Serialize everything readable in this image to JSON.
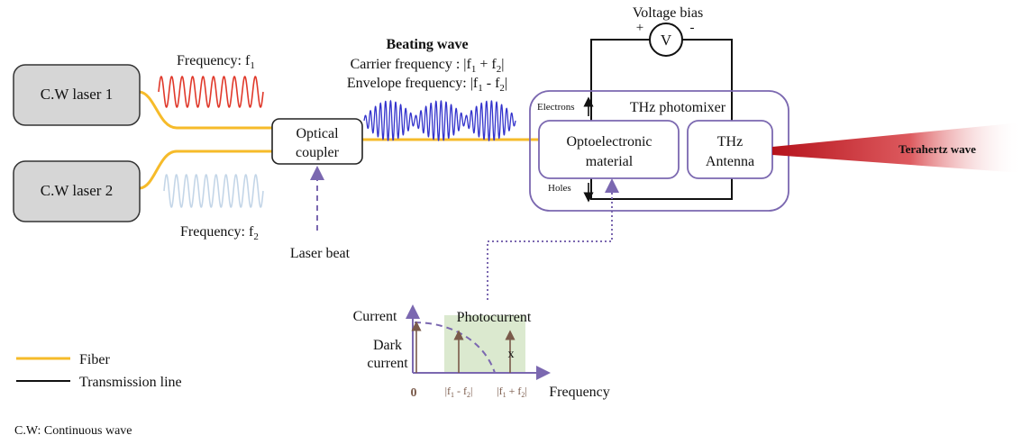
{
  "lasers": {
    "laser1_label": "C.W laser 1",
    "laser2_label": "C.W laser 2",
    "freq1_prefix": "Frequency: f",
    "freq1_sub": "1",
    "freq2_prefix": "Frequency: f",
    "freq2_sub": "2"
  },
  "coupler": {
    "line1": "Optical",
    "line2": "coupler",
    "laser_beat": "Laser beat"
  },
  "beating": {
    "title": "Beating wave",
    "carrier": {
      "a": "Carrier frequency : |f",
      "s1": "1",
      "b": " + f",
      "s2": "2",
      "c": "|"
    },
    "envelope": {
      "a": "Envelope frequency: |f",
      "s1": "1",
      "b": " - f",
      "s2": "2",
      "c": "|"
    }
  },
  "circuit": {
    "voltage_bias": "Voltage bias",
    "plus": "+",
    "minus": "-",
    "meter": "V"
  },
  "photomixer": {
    "title": "THz photomixer",
    "material_line1": "Optoelectronic",
    "material_line2": "material",
    "antenna_line1": "THz",
    "antenna_line2": "Antenna",
    "electrons": "Electrons",
    "holes": "Holes",
    "output_label": "Terahertz wave"
  },
  "spectrum": {
    "y_label": "Current",
    "x_label": "Frequency",
    "photocurrent": "Photocurrent",
    "dark_line1": "Dark",
    "dark_line2": "current",
    "origin": "0",
    "tick1": {
      "a": "|f",
      "s1": "1",
      "b": " - f",
      "s2": "2",
      "c": "|"
    },
    "tick2": {
      "a": "|f",
      "s1": "1",
      "b": " + f",
      "s2": "2",
      "c": "|"
    },
    "x_mark": "x"
  },
  "legend": {
    "fiber": "Fiber",
    "transmission": "Transmission line",
    "footnote": "C.W: Continuous wave"
  },
  "colors": {
    "fiber": "#f6bb2a",
    "laser_box": "#d6d6d6",
    "wave1": "#e0392b",
    "wave2": "#c4d6e8",
    "beating": "#3333cc",
    "purple": "#7b68b0",
    "spectrum_fill": "#dbe9cf",
    "spectrum_line": "#7a5a4a",
    "thz_wave": "#c0161c"
  }
}
